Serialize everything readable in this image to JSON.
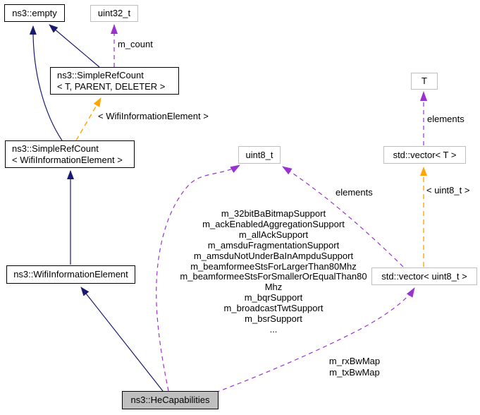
{
  "colors": {
    "inheritance": "#191970",
    "usage": "#9a32cd",
    "template": "#ffa500",
    "nodeBorder": "#000000",
    "externalBorder": "#bfbfbf",
    "highlightFill": "#bfbfbf"
  },
  "nodes": {
    "empty": {
      "label": "ns3::empty"
    },
    "uint32": {
      "label": "uint32_t"
    },
    "simple_ref_count_tpl": {
      "line1": "ns3::SimpleRefCount",
      "line2": "< T, PARENT, DELETER >"
    },
    "simple_ref_count_wifi": {
      "line1": "ns3::SimpleRefCount",
      "line2": "< WifiInformationElement >"
    },
    "uint8": {
      "label": "uint8_t"
    },
    "t": {
      "label": "T"
    },
    "vector_t": {
      "label": "std::vector< T >"
    },
    "wifi_information_element": {
      "label": "ns3::WifiInformationElement"
    },
    "vector_uint8": {
      "label": "std::vector< uint8_t >"
    },
    "he_capabilities": {
      "label": "ns3::HeCapabilities"
    }
  },
  "edge_labels": {
    "m_count": "m_count",
    "wifi_template_arg": "< WifiInformationElement >",
    "elements_right": "elements",
    "elements_mid": "elements",
    "uint8_template_arg": "< uint8_t >",
    "bw_map_line1": "m_rxBwMap",
    "bw_map_line2": "m_txBwMap",
    "member_list": [
      "m_32bitBaBitmapSupport",
      "m_ackEnabledAggregationSupport",
      "m_allAckSupport",
      "m_amsduFragmentationSupport",
      "m_amsduNotUnderBaInAmpduSupport",
      "m_beamformeeStsForLargerThan80Mhz",
      "m_beamformeeStsForSmallerOrEqualThan80",
      "Mhz",
      "m_bqrSupport",
      "m_broadcastTwtSupport",
      "m_bsrSupport",
      "..."
    ]
  }
}
